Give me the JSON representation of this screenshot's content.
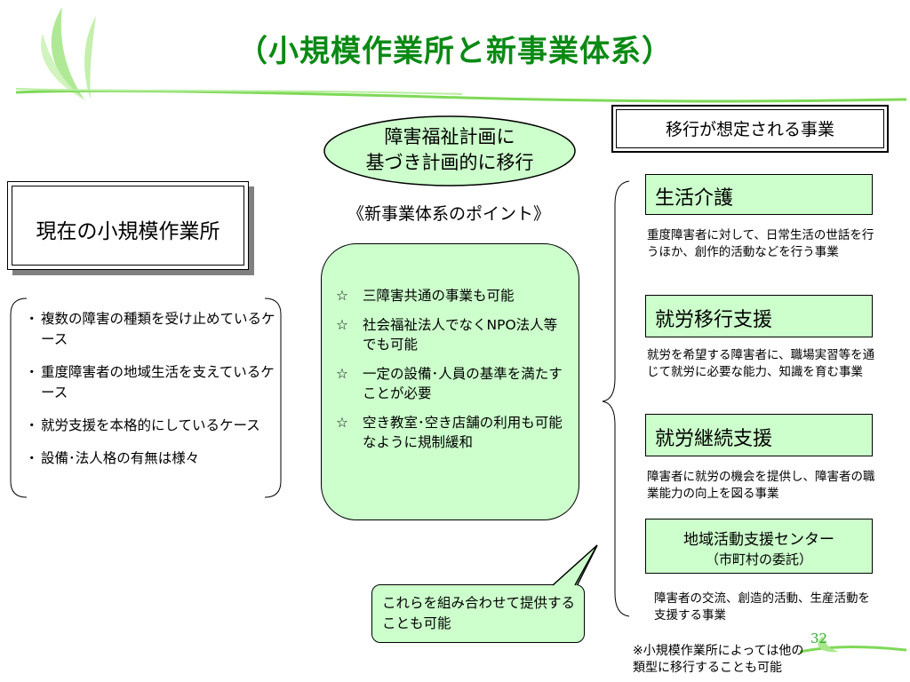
{
  "slide": {
    "title": "（小規模作業所と新事業体系）",
    "page_number": "32"
  },
  "center": {
    "oval_line1": "障害福祉計画に",
    "oval_line2": "基づき計画的に移行",
    "points_heading": "《新事業体系のポイント》",
    "points": [
      {
        "mark": "☆",
        "text": "三障害共通の事業も可能"
      },
      {
        "mark": "☆",
        "text": "社会福祉法人でなくNPO法人等でも可能"
      },
      {
        "mark": "☆",
        "text": "一定の設備･人員の基準を満たすことが必要"
      },
      {
        "mark": "☆",
        "text": "空き教室･空き店舗の利用も可能なように規制緩和"
      }
    ],
    "callout": "これらを組み合わせて提供することも可能"
  },
  "left": {
    "current_box": "現在の小規模作業所",
    "items": [
      {
        "bullet": "・",
        "text": "複数の障害の種類を受け止めているケース"
      },
      {
        "bullet": "・",
        "text": "重度障害者の地域生活を支えているケース"
      },
      {
        "bullet": "・",
        "text": "就労支援を本格的にしているケース"
      },
      {
        "bullet": "・",
        "text": "設備･法人格の有無は様々"
      }
    ]
  },
  "right": {
    "header": "移行が想定される事業",
    "services": [
      {
        "name": "生活介護",
        "desc": "重度障害者に対して、日常生活の世話を行うほか、創作的活動などを行う事業"
      },
      {
        "name": "就労移行支援",
        "desc": "就労を希望する障害者に、職場実習等を通じて就労に必要な能力、知識を育む事業"
      },
      {
        "name": "就労継続支援",
        "desc": "障害者に就労の機会を提供し、障害者の職業能力の向上を図る事業"
      },
      {
        "name": "地域活動支援センター",
        "sub": "（市町村の委託）",
        "desc": "障害者の交流、創造的活動、生産活動を支援する事業"
      }
    ],
    "footnote_line1": "※小規模作業所によっては他の",
    "footnote_line2": "類型に移行することも可能"
  },
  "colors": {
    "title_green": "#0a8a14",
    "box_fill": "#ccffcc",
    "deco_green": "#7ed957"
  }
}
